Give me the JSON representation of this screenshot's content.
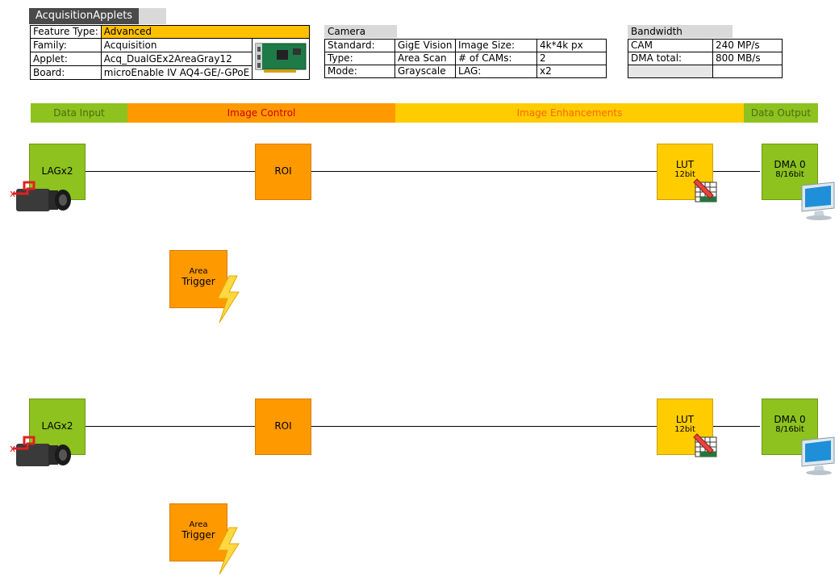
{
  "header": {
    "tag": "AcquisitionApplets",
    "feature_type_label": "Feature Type:",
    "feature_type_value": "Advanced",
    "rows": [
      {
        "label": "Family:",
        "value": "Acquisition"
      },
      {
        "label": "Applet:",
        "value": "Acq_DualGEx2AreaGray12"
      },
      {
        "label": "Board:",
        "value": "microEnable IV AQ4-GE/-GPoE"
      }
    ]
  },
  "camera": {
    "title": "Camera",
    "rows": [
      [
        "Standard:",
        "GigE Vision",
        "Image Size:",
        "4k*4k px"
      ],
      [
        "Type:",
        "Area Scan",
        "# of CAMs:",
        "2"
      ],
      [
        "Mode:",
        "Grayscale",
        "LAG:",
        "x2"
      ]
    ]
  },
  "bandwidth": {
    "title": "Bandwidth",
    "rows": [
      [
        "CAM",
        "240 MP/s"
      ],
      [
        "DMA total:",
        "800 MB/s"
      ],
      [
        "",
        ""
      ]
    ]
  },
  "bands": [
    {
      "label": "Data Input",
      "color": "#8dc21f",
      "text_color": "#4e6b12"
    },
    {
      "label": "Image Control",
      "color": "#ff9900",
      "text_color": "#cc0000"
    },
    {
      "label": "Image Enhancements",
      "color": "#ffcc00",
      "text_color": "#ff6600"
    },
    {
      "label": "Data Output",
      "color": "#8dc21f",
      "text_color": "#4e6b12"
    }
  ],
  "pipelines": [
    {
      "lag": "LAGx2",
      "roi": "ROI",
      "lut": "LUT",
      "lut_sub": "12bit",
      "dma": "DMA 0",
      "dma_sub": "8/16bit",
      "trigger_top": "Area",
      "trigger": "Trigger"
    },
    {
      "lag": "LAGx2",
      "roi": "ROI",
      "lut": "LUT",
      "lut_sub": "12bit",
      "dma": "DMA 0",
      "dma_sub": "8/16bit",
      "trigger_top": "Area",
      "trigger": "Trigger"
    }
  ],
  "icons": [
    "camera-icon",
    "board-icon",
    "pencil-grid-icon",
    "monitor-icon",
    "lightning-icon"
  ]
}
